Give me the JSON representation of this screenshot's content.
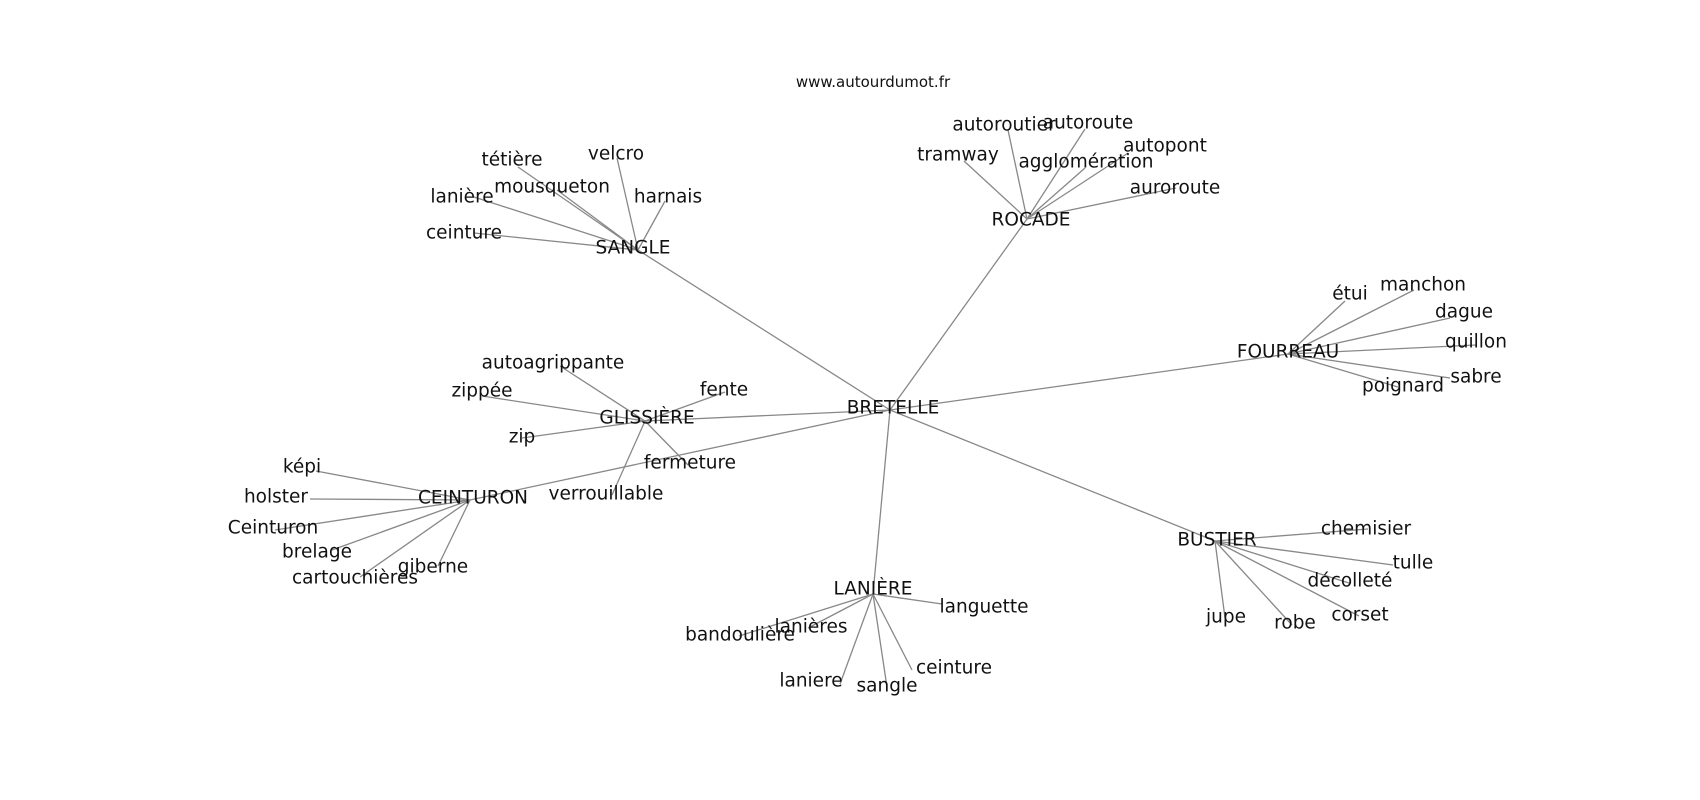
{
  "site": "www.autourdumot.fr",
  "graph": {
    "center": "BRETELLE",
    "clusters": [
      {
        "hub": "SANGLE",
        "words": [
          "tétière",
          "velcro",
          "mousqueton",
          "harnais",
          "lanière",
          "ceinture"
        ]
      },
      {
        "hub": "ROCADE",
        "words": [
          "autoroutier",
          "autoroute",
          "tramway",
          "autopont",
          "agglomération",
          "auroroute"
        ]
      },
      {
        "hub": "FOURREAU",
        "words": [
          "étui",
          "manchon",
          "dague",
          "quillon",
          "sabre",
          "poignard"
        ]
      },
      {
        "hub": "GLISSIÈRE",
        "words": [
          "autoagrippante",
          "zippée",
          "fente",
          "zip",
          "fermeture",
          "verrouillable"
        ]
      },
      {
        "hub": "CEINTURON",
        "words": [
          "képi",
          "holster",
          "Ceinturon",
          "brelage",
          "giberne",
          "cartouchières"
        ]
      },
      {
        "hub": "BUSTIER",
        "words": [
          "chemisier",
          "tulle",
          "décolleté",
          "jupe",
          "robe",
          "corset"
        ]
      },
      {
        "hub": "LANIÈRE",
        "words": [
          "languette",
          "lanières",
          "bandoulière",
          "ceinture",
          "laniere",
          "sangle"
        ]
      }
    ]
  }
}
